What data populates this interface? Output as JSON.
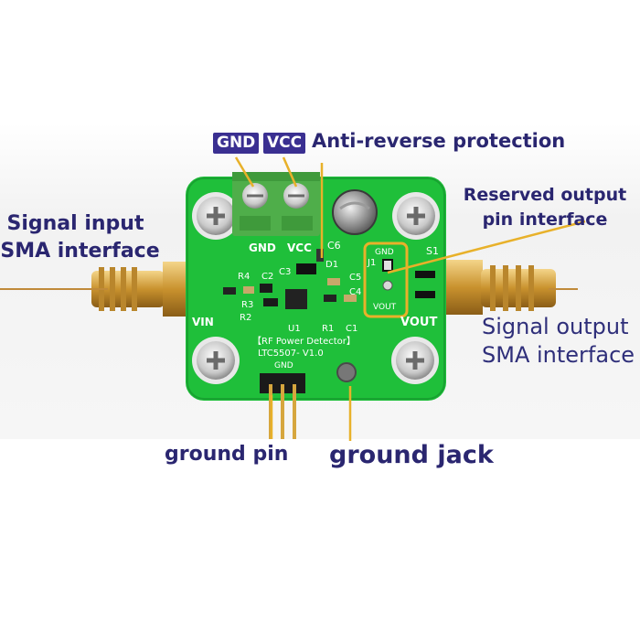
{
  "labels": {
    "gnd_tag": "GND",
    "vcc_tag": "VCC",
    "anti_reverse": "Anti-reverse protection",
    "reserved_output_line1": "Reserved output",
    "reserved_output_line2": "pin interface",
    "signal_input_line1": "Signal input",
    "signal_input_line2": "SMA interface",
    "signal_output_line1": "Signal output",
    "signal_output_line2": "SMA interface",
    "ground_pin": "ground pin",
    "ground_jack": "ground jack"
  },
  "silkscreen": {
    "title": "【RF Power Detector】",
    "model": "LTC5507- V1.0",
    "gnd_left": "GND",
    "vcc": "VCC",
    "c6": "C6",
    "d1": "D1",
    "j1": "J1",
    "gnd_j1": "GND",
    "vout_j1": "VOUT",
    "s1": "S1",
    "vout": "VOUT",
    "vin": "VIN",
    "gnd_header": "GND",
    "r4": "R4",
    "c2": "C2",
    "c3": "C3",
    "r3": "R3",
    "r2": "R2",
    "u1": "U1",
    "r1": "R1",
    "c1": "C1",
    "c5": "C5",
    "c4": "C4"
  },
  "colors": {
    "label_text": "#2a2670",
    "tag_background": "#3a2f91",
    "pcb_green": "#1fbf3a",
    "leader_line": "#e8b12a",
    "terminal_green": "#4fae4a",
    "sma_gold": "#d9a84a"
  }
}
